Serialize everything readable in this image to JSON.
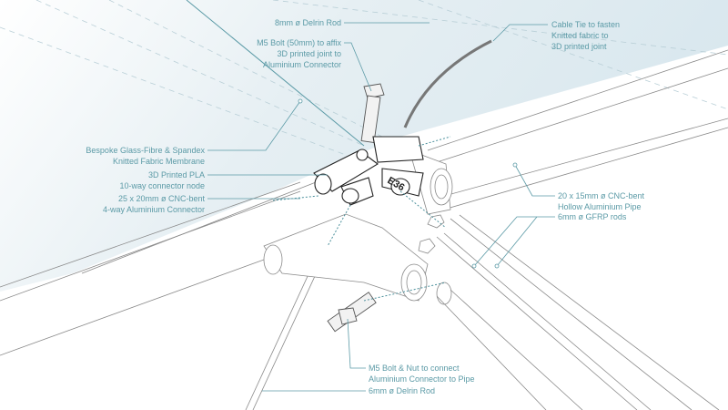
{
  "colors": {
    "label": "#5b9aa6",
    "leader": "#5b9aa6",
    "line": "#777777",
    "membrane": "#dde9ef"
  },
  "labels": {
    "delrin_top": [
      "8mm ø Delrin Rod"
    ],
    "m5_bolt_top": [
      "M5 Bolt (50mm) to affix",
      "3D printed joint to",
      "Aluminium Connector"
    ],
    "cable_tie": [
      "Cable Tie to fasten",
      "Knitted fabric to",
      "3D printed joint"
    ],
    "membrane": [
      "Bespoke Glass-Fibre & Spandex",
      "Knitted Fabric Membrane"
    ],
    "pla_node": [
      "3D Printed PLA",
      "10-way connector node"
    ],
    "aluminium_connector": [
      "25 x 20mm ø CNC-bent",
      "4-way Aluminium Connector"
    ],
    "aluminium_pipe": [
      "20 x 15mm ø CNC-bent",
      "Hollow Aluminium Pipe"
    ],
    "gfrp_rods": [
      "6mm ø GFRP rods"
    ],
    "m5_bolt_nut": [
      "M5 Bolt & Nut to connect",
      "Aluminium Connector to Pipe"
    ],
    "delrin_bottom": [
      "6mm ø Delrin Rod"
    ]
  },
  "node_marking": "E36"
}
